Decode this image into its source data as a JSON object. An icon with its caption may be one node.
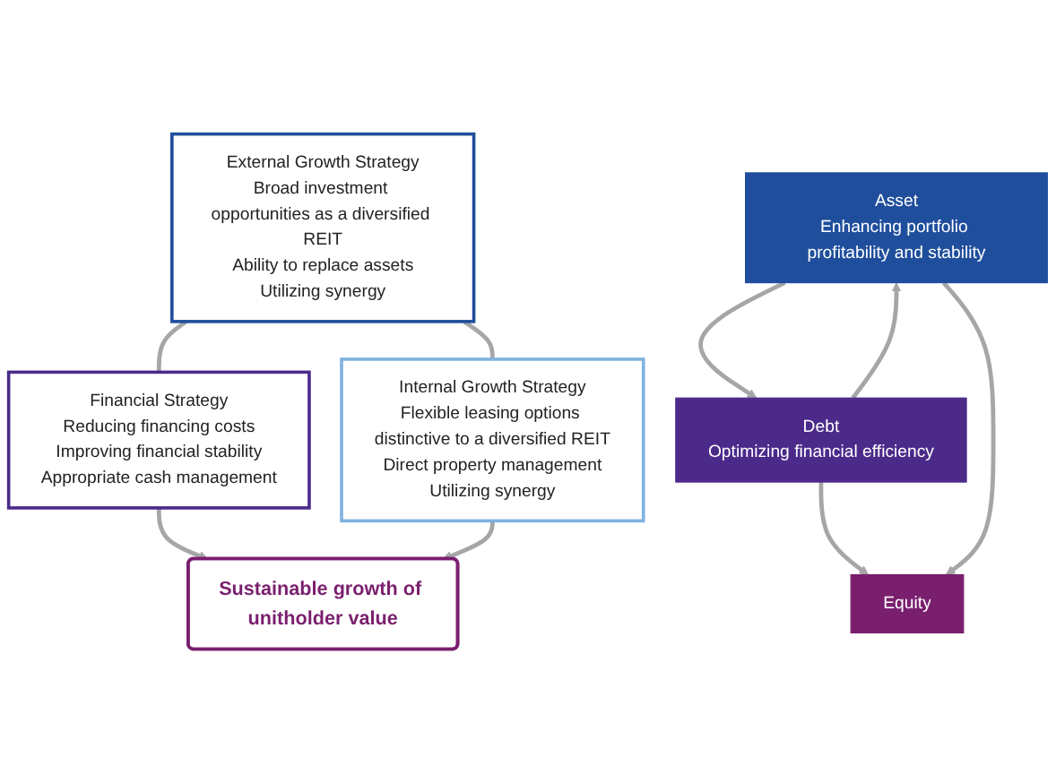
{
  "diagram": {
    "nodes": [
      {
        "text": [
          "External Growth Strategy",
          "Broad investment opportunities as a diversified REIT",
          "Ability to replace assets",
          "Utilizing synergy"
        ]
      },
      {
        "text": [
          "Financial Strategy",
          "Reducing financing costs",
          "Improving financial stability",
          "Appropriate cash management"
        ]
      },
      {
        "text": [
          "Asset",
          "Enhancing portfolio profitability and stability"
        ]
      },
      {
        "text": [
          "Debt",
          "Optimizing financial efficiency"
        ]
      },
      {
        "text": [
          "Equity"
        ]
      },
      {
        "text": [
          "Internal Growth Strategy",
          "Flexible leasing options distinctive to a diversified REIT",
          "Direct property management",
          "Utilizing synergy"
        ]
      },
      {
        "text": [
          "Sustainable growth of unitholder value"
        ]
      }
    ],
    "edges": [
      {
        "from": 0,
        "to": 1,
        "arrow": "none"
      },
      {
        "from": 3,
        "to": 2,
        "arrow": "to"
      },
      {
        "from": 2,
        "to": 3,
        "arrow": "to"
      },
      {
        "from": 3,
        "to": 4,
        "arrow": "to"
      },
      {
        "from": 2,
        "to": 4,
        "arrow": "to"
      },
      {
        "from": 0,
        "to": 5,
        "arrow": "none"
      },
      {
        "from": 1,
        "to": 6,
        "arrow": "to"
      },
      {
        "from": 5,
        "to": 6,
        "arrow": "to"
      }
    ]
  }
}
